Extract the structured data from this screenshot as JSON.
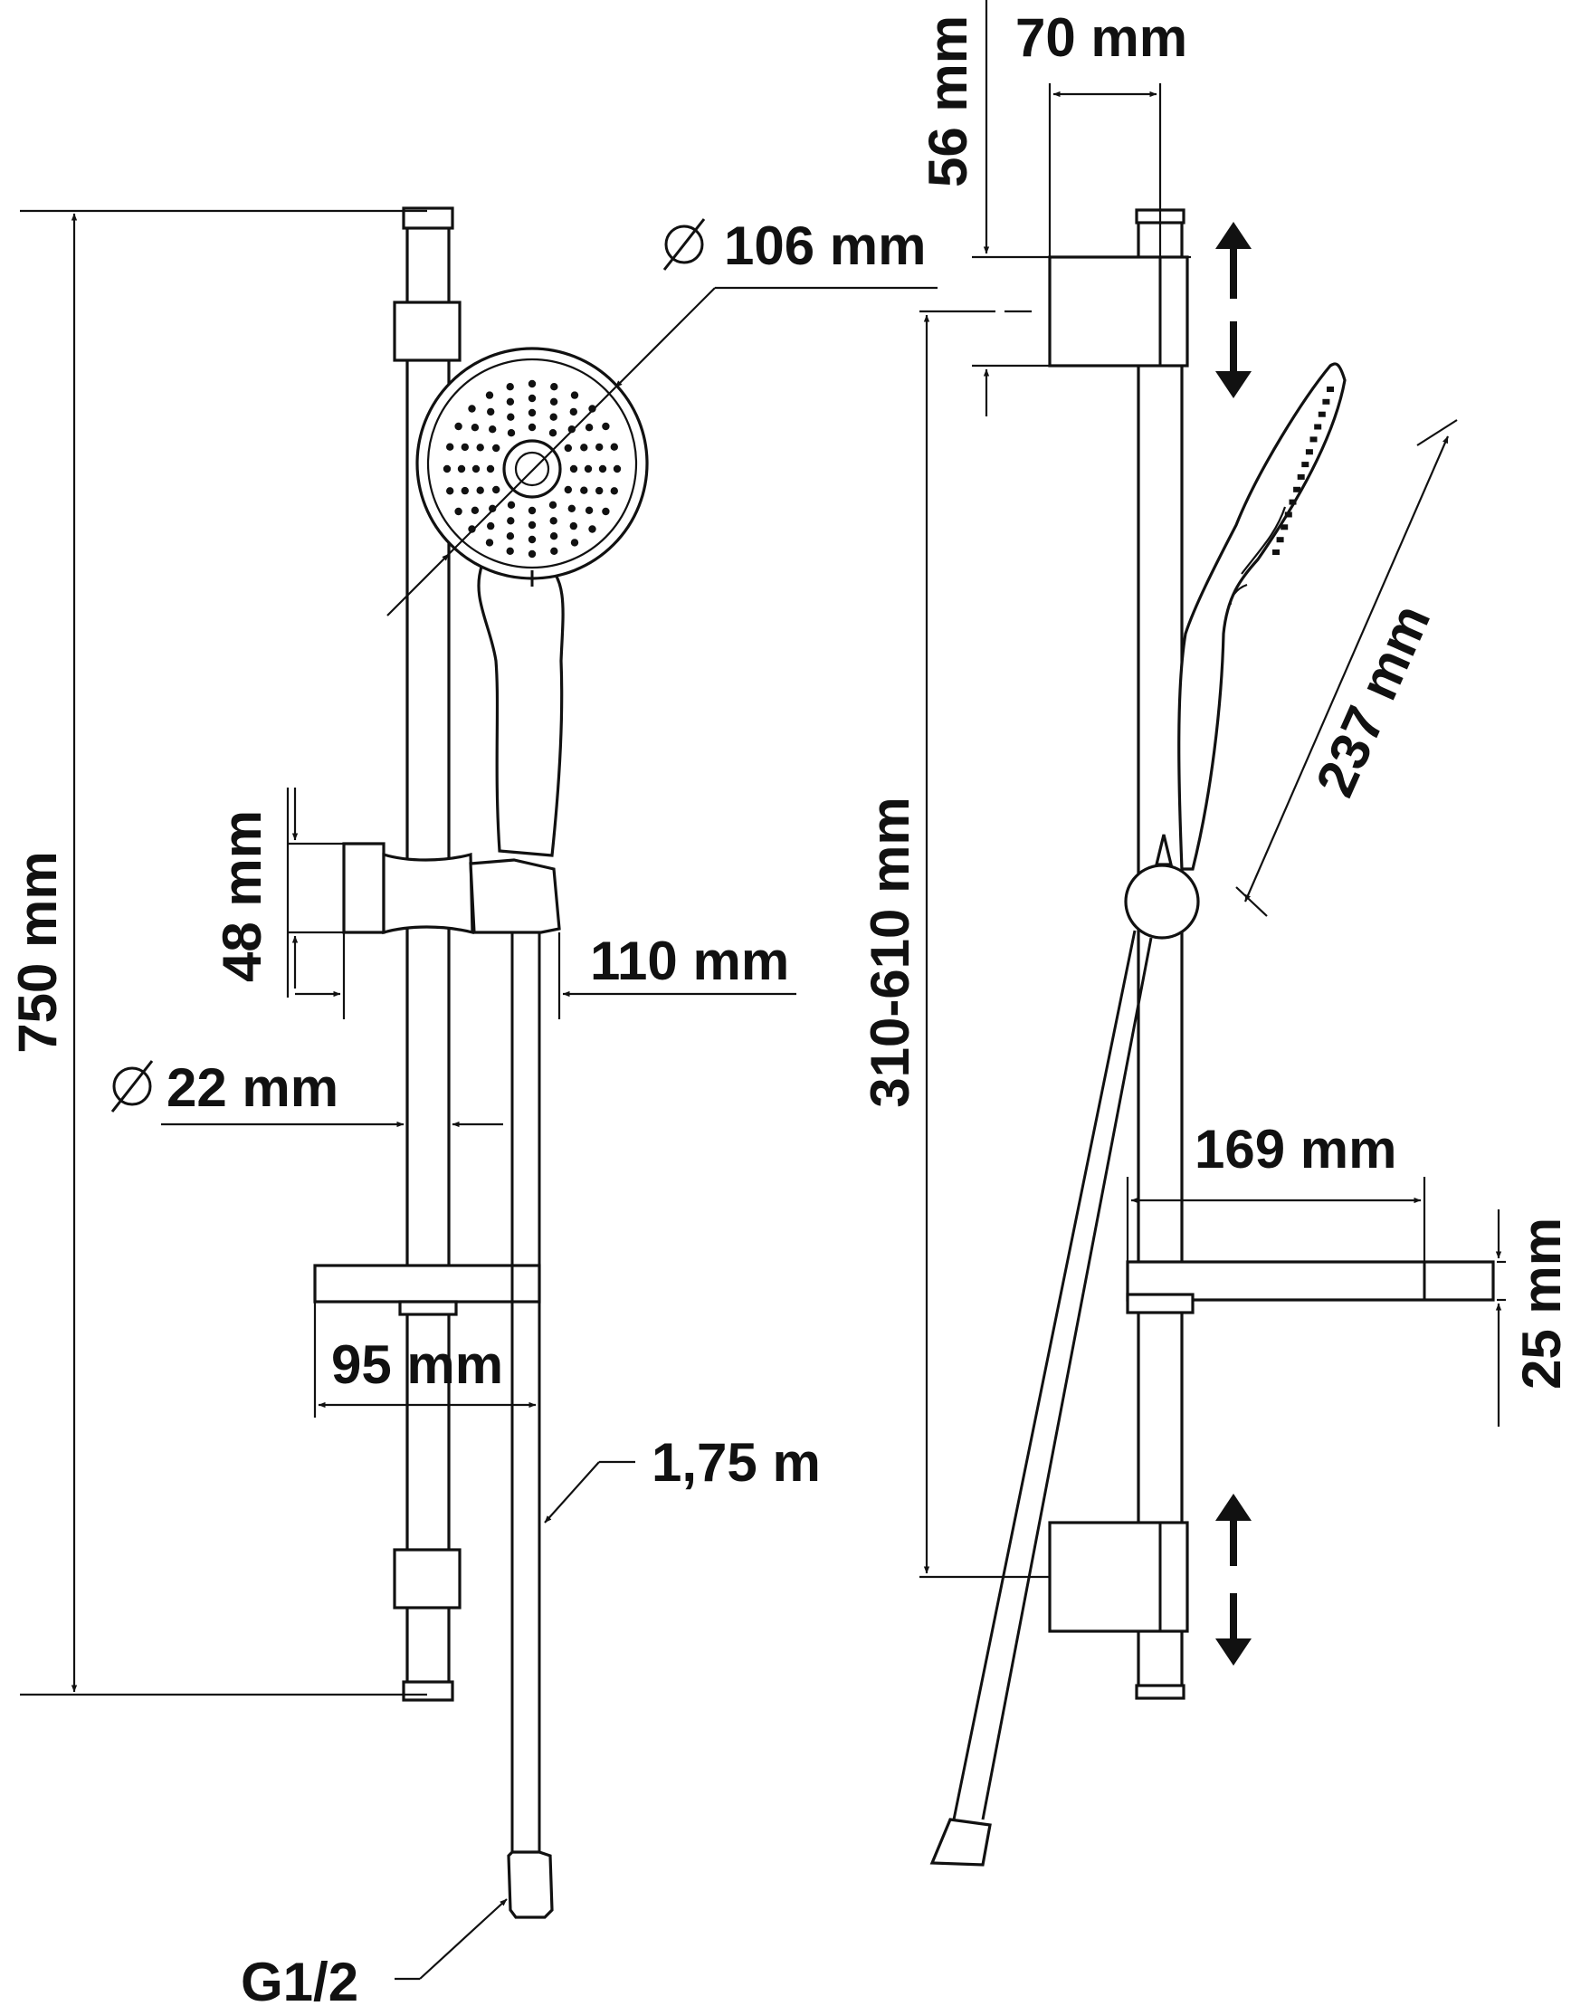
{
  "colors": {
    "line": "#111111",
    "background": "#ffffff"
  },
  "labels": {
    "total_height": "750 mm",
    "shower_head_diameter": "106 mm",
    "bracket_height": "48 mm",
    "bracket_depth": "110 mm",
    "rail_diameter": "22 mm",
    "soap_dish_width": "95 mm",
    "hose_length": "1,75 m",
    "connection_thread": "G1/2",
    "top_bracket_height": "56 mm",
    "top_bracket_depth": "70 mm",
    "adjustable_range": "310-610 mm",
    "handshower_length": "237 mm",
    "soap_dish_depth": "169 mm",
    "soap_dish_thickness": "25 mm"
  },
  "symbols": {
    "diameter": "diameter-symbol"
  }
}
